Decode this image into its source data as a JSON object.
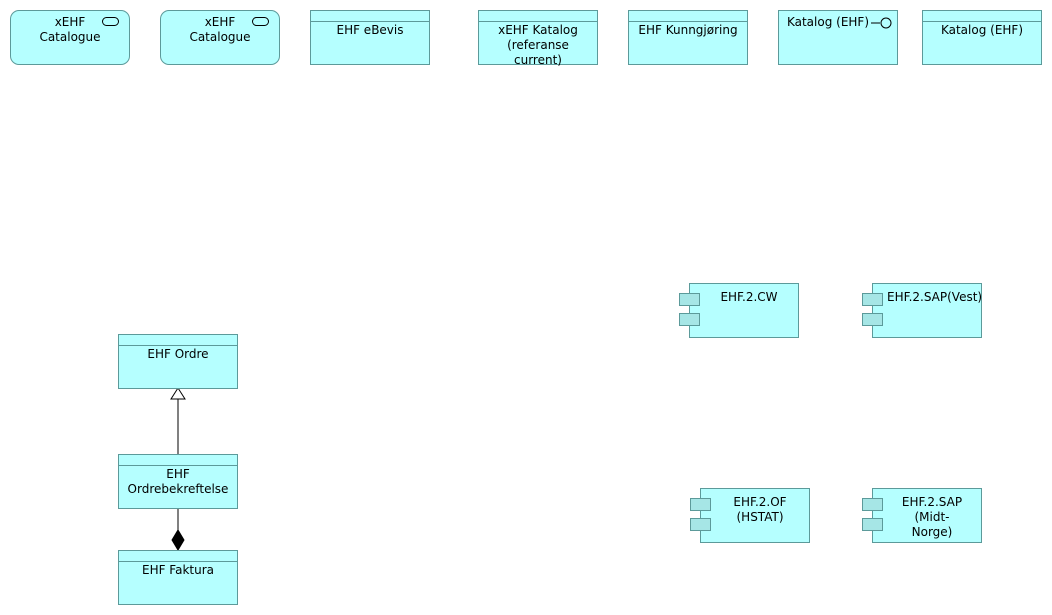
{
  "elements": {
    "service1": "xEHF\nCatalogue",
    "service2": "xEHF\nCatalogue",
    "ebevis": "EHF eBevis",
    "xkatalog": "xEHF Katalog\n(referanse current)",
    "kunngjoring": "EHF Kunngjøring",
    "katalog_iface": "Katalog (EHF)",
    "katalog": "Katalog (EHF)",
    "ordre": "EHF Ordre",
    "ordrebekreftelse": "EHF Ordrebekreftelse",
    "faktura": "EHF Faktura"
  },
  "components": {
    "cw": "EHF.2.CW",
    "sap_vest": "EHF.2.SAP(Vest)",
    "of_hstat": "EHF.2.OF (HSTAT)",
    "sap_midt": "EHF.2.SAP (Midt-\nNorge)"
  },
  "colors": {
    "fill": "#b5ffff",
    "border": "#5c9a9a",
    "component_tab": "#a6e6e6"
  }
}
